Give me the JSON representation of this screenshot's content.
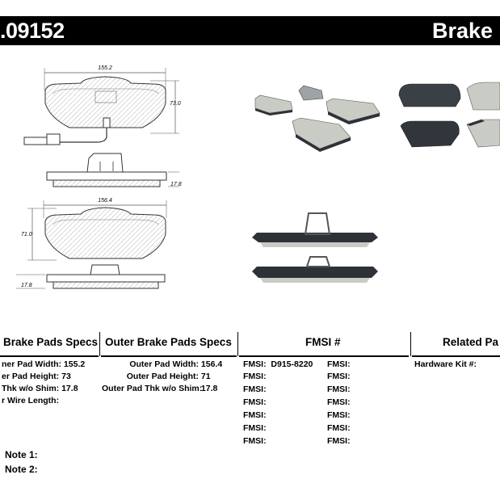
{
  "header": {
    "part_number": ".09152",
    "title": "Brake F"
  },
  "diagram": {
    "inner_width": "155.2",
    "inner_height": "73.0",
    "inner_thk": "17.8",
    "outer_width": "156.4",
    "outer_height": "71.0",
    "outer_thk": "17.8"
  },
  "inner_specs": {
    "heading": "Brake Pads Specs",
    "rows": [
      {
        "label": "ner Pad Width:",
        "value": "155.2"
      },
      {
        "label": "er Pad Height:",
        "value": "73"
      },
      {
        "label": "Thk w/o Shim:",
        "value": "17.8"
      },
      {
        "label": "r Wire Length:",
        "value": ""
      }
    ]
  },
  "outer_specs": {
    "heading": "Outer Brake Pads Specs",
    "rows": [
      {
        "label": "Outer Pad Width:",
        "value": "156.4"
      },
      {
        "label": "Outer Pad Height:",
        "value": "71"
      },
      {
        "label": "Outer Pad Thk w/o Shim:",
        "value": "17.8"
      }
    ]
  },
  "fmsi": {
    "heading": "FMSI #",
    "left": [
      {
        "label": "FMSI:",
        "value": "D915-8220"
      },
      {
        "label": "FMSI:",
        "value": ""
      },
      {
        "label": "FMSI:",
        "value": ""
      },
      {
        "label": "FMSI:",
        "value": ""
      },
      {
        "label": "FMSI:",
        "value": ""
      },
      {
        "label": "FMSI:",
        "value": ""
      },
      {
        "label": "FMSI:",
        "value": ""
      }
    ],
    "right": [
      {
        "label": "FMSI:",
        "value": ""
      },
      {
        "label": "FMSI:",
        "value": ""
      },
      {
        "label": "FMSI:",
        "value": ""
      },
      {
        "label": "FMSI:",
        "value": ""
      },
      {
        "label": "FMSI:",
        "value": ""
      },
      {
        "label": "FMSI:",
        "value": ""
      },
      {
        "label": "FMSI:",
        "value": ""
      }
    ]
  },
  "related": {
    "heading": "Related Pa",
    "rows": [
      {
        "label": "Hardware Kit #:",
        "value": ""
      }
    ]
  },
  "notes": {
    "note1": "Note 1:",
    "note2": "Note 2:"
  },
  "colors": {
    "pad_friction": "#c9ccc4",
    "backing_plate": "#2e3238",
    "bar": "#000000"
  }
}
